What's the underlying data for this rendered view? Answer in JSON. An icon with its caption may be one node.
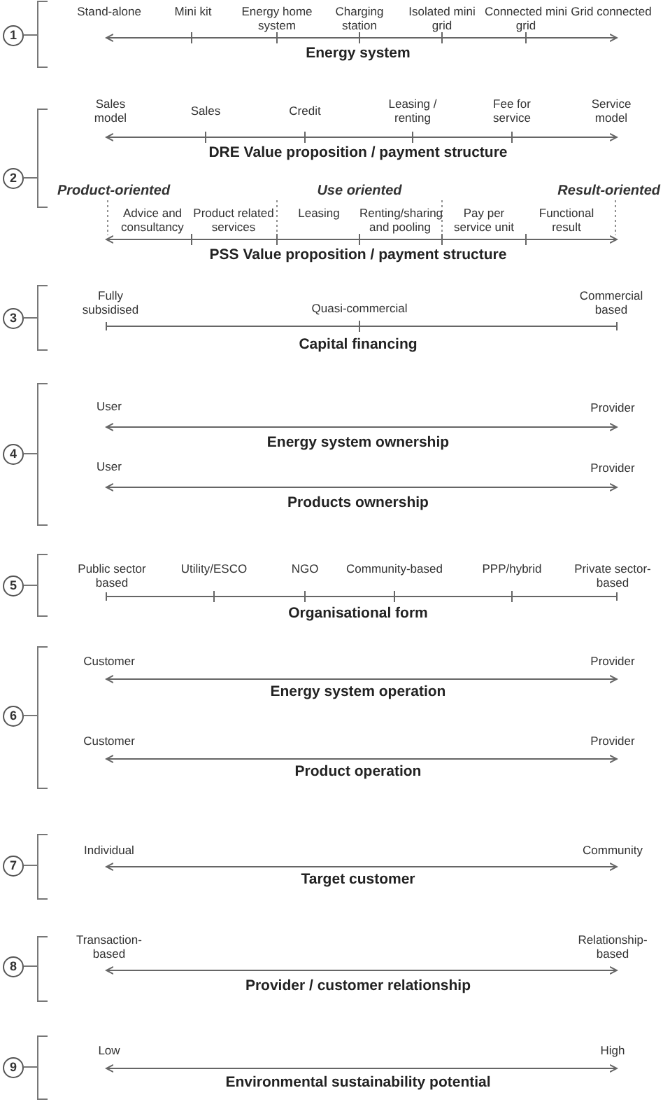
{
  "diagram": {
    "nodes": [
      {
        "text": [
          "1"
        ]
      },
      {
        "text": [
          "2"
        ]
      },
      {
        "text": [
          "3"
        ]
      },
      {
        "text": [
          "4"
        ]
      },
      {
        "text": [
          "5"
        ]
      },
      {
        "text": [
          "6"
        ]
      },
      {
        "text": [
          "7"
        ]
      },
      {
        "text": [
          "8"
        ]
      },
      {
        "text": [
          "9"
        ]
      }
    ],
    "labels": [
      "Stand-alone",
      "Mini kit",
      "Energy home system",
      "Charging station",
      "Isolated mini grid",
      "Connected mini grid",
      "Grid connected",
      "Energy system",
      "Sales model",
      "Sales",
      "Credit",
      "Leasing / renting",
      "Fee for service",
      "Service model",
      "DRE Value proposition / payment structure",
      "Product-oriented",
      "Use oriented",
      "Result-oriented",
      "Advice and consultancy",
      "Product related services",
      "Leasing",
      "Renting/sharing and pooling",
      "Pay per service unit",
      "Functional result",
      "PSS Value proposition / payment structure",
      "Fully subsidised",
      "Quasi-commercial",
      "Commercial based",
      "Capital financing",
      "User",
      "Provider",
      "Energy system ownership",
      "User",
      "Provider",
      "Products ownership",
      "Public sector based",
      "Utility/ESCO",
      "NGO",
      "Community-based",
      "PPP/hybrid",
      "Private sector-based",
      "Organisational form",
      "Customer",
      "Provider",
      "Energy system operation",
      "Customer",
      "Provider",
      "Product operation",
      "Individual",
      "Community",
      "Target customer",
      "Transaction-based",
      "Relationship-based",
      "Provider / customer relationship",
      "Low",
      "High",
      "Environmental sustainability potential"
    ]
  }
}
